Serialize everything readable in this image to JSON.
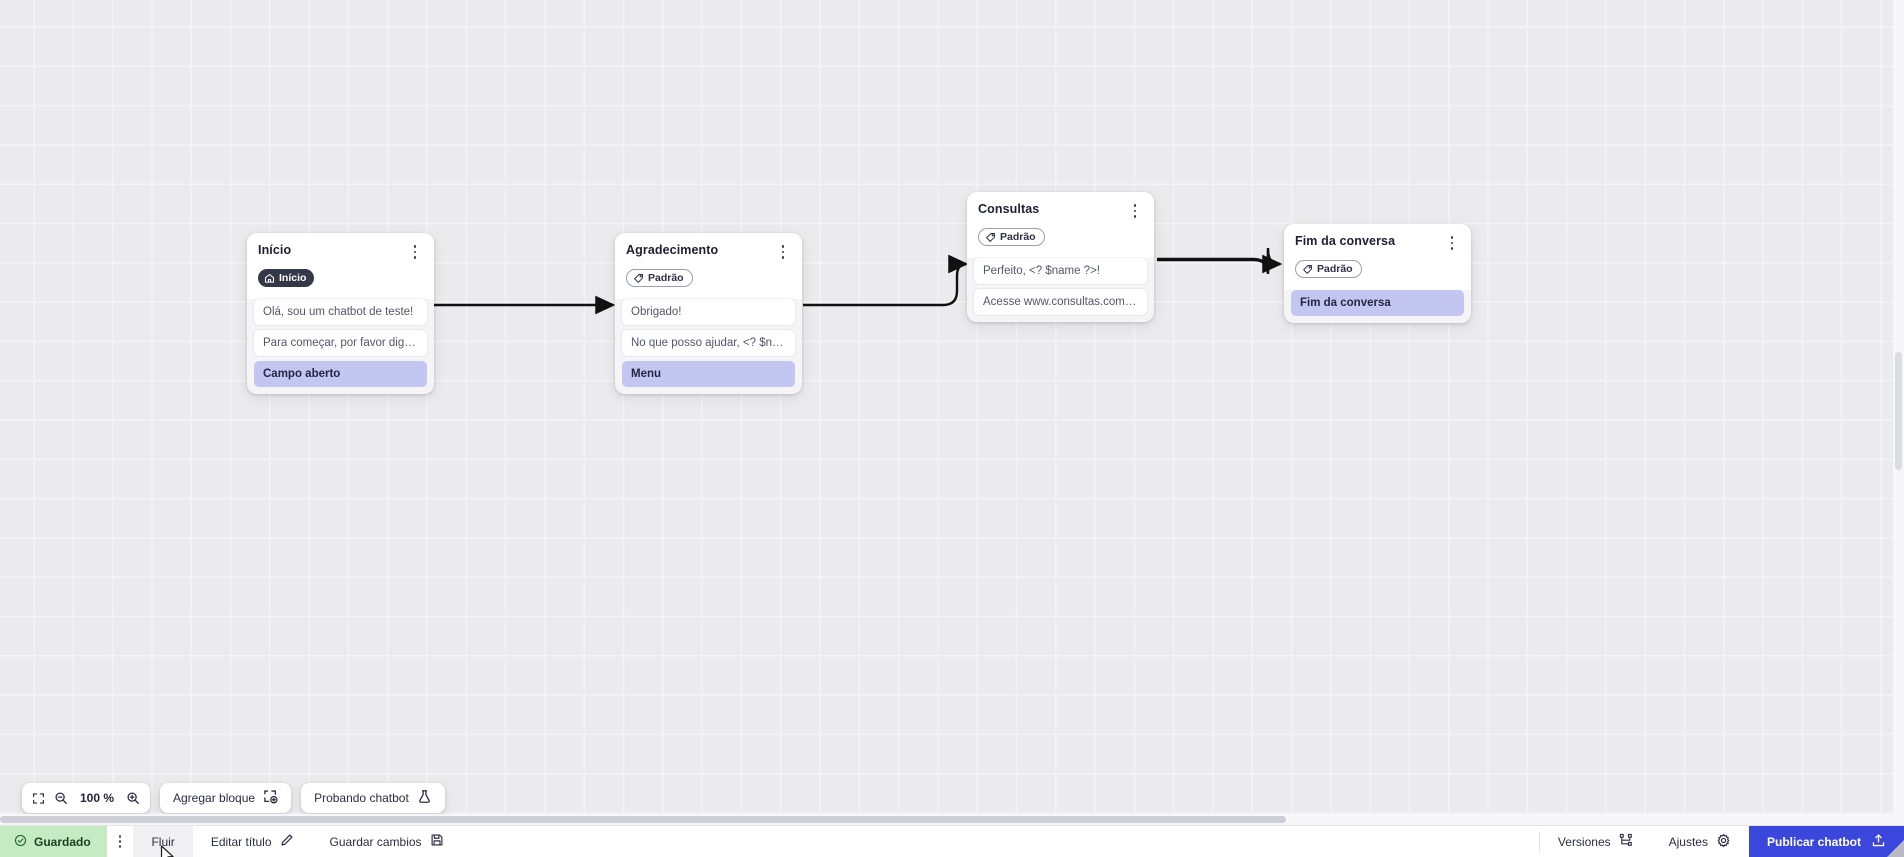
{
  "app": {
    "zoom_level": "100 %",
    "background_color": "#ebebed",
    "accent_color": "#3b46dd",
    "highlight_color": "#c3c6f0",
    "saved_chip_color": "#c4ebc4"
  },
  "canvas": {
    "nodes": [
      {
        "title": "Início",
        "badge": {
          "label": "Início",
          "icon": "home-icon",
          "style": "start"
        },
        "rows": [
          {
            "text": "Olá, sou um chatbot de teste!",
            "highlight": false
          },
          {
            "text": "Para começar, por favor digite o ...",
            "highlight": false
          },
          {
            "text": "Campo aberto",
            "highlight": true
          }
        ]
      },
      {
        "title": "Agradecimento",
        "badge": {
          "label": "Padrão",
          "icon": "tag-icon",
          "style": "default"
        },
        "rows": [
          {
            "text": "Obrigado!",
            "highlight": false
          },
          {
            "text": "No que posso ajudar, <? $name ...",
            "highlight": false
          },
          {
            "text": "Menu",
            "highlight": true
          }
        ]
      },
      {
        "title": "Consultas",
        "badge": {
          "label": "Padrão",
          "icon": "tag-icon",
          "style": "default"
        },
        "rows": [
          {
            "text": "Perfeito, <? $name ?>!",
            "highlight": false
          },
          {
            "text": "Acesse www.consultas.com par...",
            "highlight": false
          }
        ]
      },
      {
        "title": "Fim da conversa",
        "badge": {
          "label": "Padrão",
          "icon": "tag-icon",
          "style": "default"
        },
        "rows": [
          {
            "text": "Fim da conversa",
            "highlight": true
          }
        ]
      }
    ]
  },
  "toolbar": {
    "fit_icon": "fit-screen-icon",
    "zoom_out_icon": "zoom-out-icon",
    "zoom_in_icon": "zoom-in-icon",
    "zoom_level": "100 %",
    "add_block_label": "Agregar bloque",
    "add_block_icon": "add-block-icon",
    "test_chatbot_label": "Probando chatbot",
    "test_chatbot_icon": "flask-icon"
  },
  "statusbar": {
    "saved_label": "Guardado",
    "saved_icon": "check-circle-icon",
    "menu_icon": "vertical-dots-icon",
    "flow_label": "Fluir",
    "edit_title_label": "Editar título",
    "edit_title_icon": "pencil-icon",
    "save_changes_label": "Guardar cambios",
    "save_changes_icon": "save-icon",
    "versions_label": "Versiones",
    "versions_icon": "branch-icon",
    "settings_label": "Ajustes",
    "settings_icon": "gear-icon",
    "publish_label": "Publicar chatbot",
    "publish_icon": "upload-icon"
  }
}
